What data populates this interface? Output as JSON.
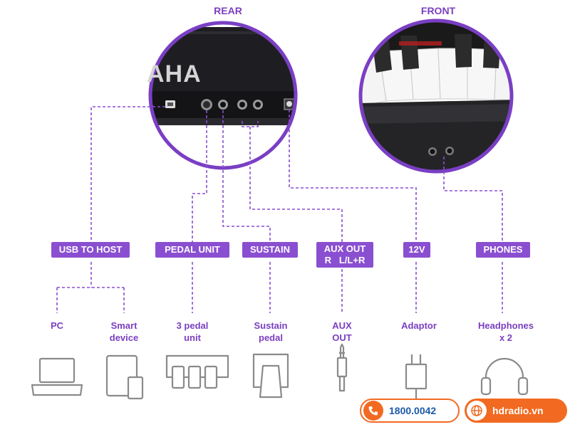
{
  "sections": {
    "rear": "REAR",
    "front": "FRONT"
  },
  "rear_panel": {
    "brand_text": "AHA"
  },
  "connectors": [
    {
      "id": "usb",
      "label": "USB TO HOST"
    },
    {
      "id": "pedal",
      "label": "PEDAL UNIT"
    },
    {
      "id": "sustain",
      "label": "SUSTAIN"
    },
    {
      "id": "aux",
      "label": "AUX OUT",
      "sublabel": "R   L/L+R"
    },
    {
      "id": "power",
      "label": "12V"
    },
    {
      "id": "phones",
      "label": "PHONES"
    }
  ],
  "devices": [
    {
      "id": "pc",
      "lines": [
        "PC"
      ]
    },
    {
      "id": "smart",
      "lines": [
        "Smart",
        "device"
      ]
    },
    {
      "id": "pedalunit",
      "lines": [
        "3 pedal",
        "unit"
      ]
    },
    {
      "id": "sustain",
      "lines": [
        "Sustain",
        "pedal"
      ]
    },
    {
      "id": "auxout",
      "lines": [
        "AUX",
        "OUT"
      ]
    },
    {
      "id": "adaptor",
      "lines": [
        "Adaptor"
      ]
    },
    {
      "id": "headphones",
      "lines": [
        "Headphones",
        "x 2"
      ]
    }
  ],
  "contact": {
    "phone": "1800.0042",
    "website": "hdradio.vn"
  },
  "colors": {
    "accent": "#8a4fd0",
    "text": "#7b3fc0",
    "line": "#8a4fd0",
    "icon": "#8a8a8a",
    "phone_bg": "#f26a21",
    "panel": "#1e1e22"
  }
}
